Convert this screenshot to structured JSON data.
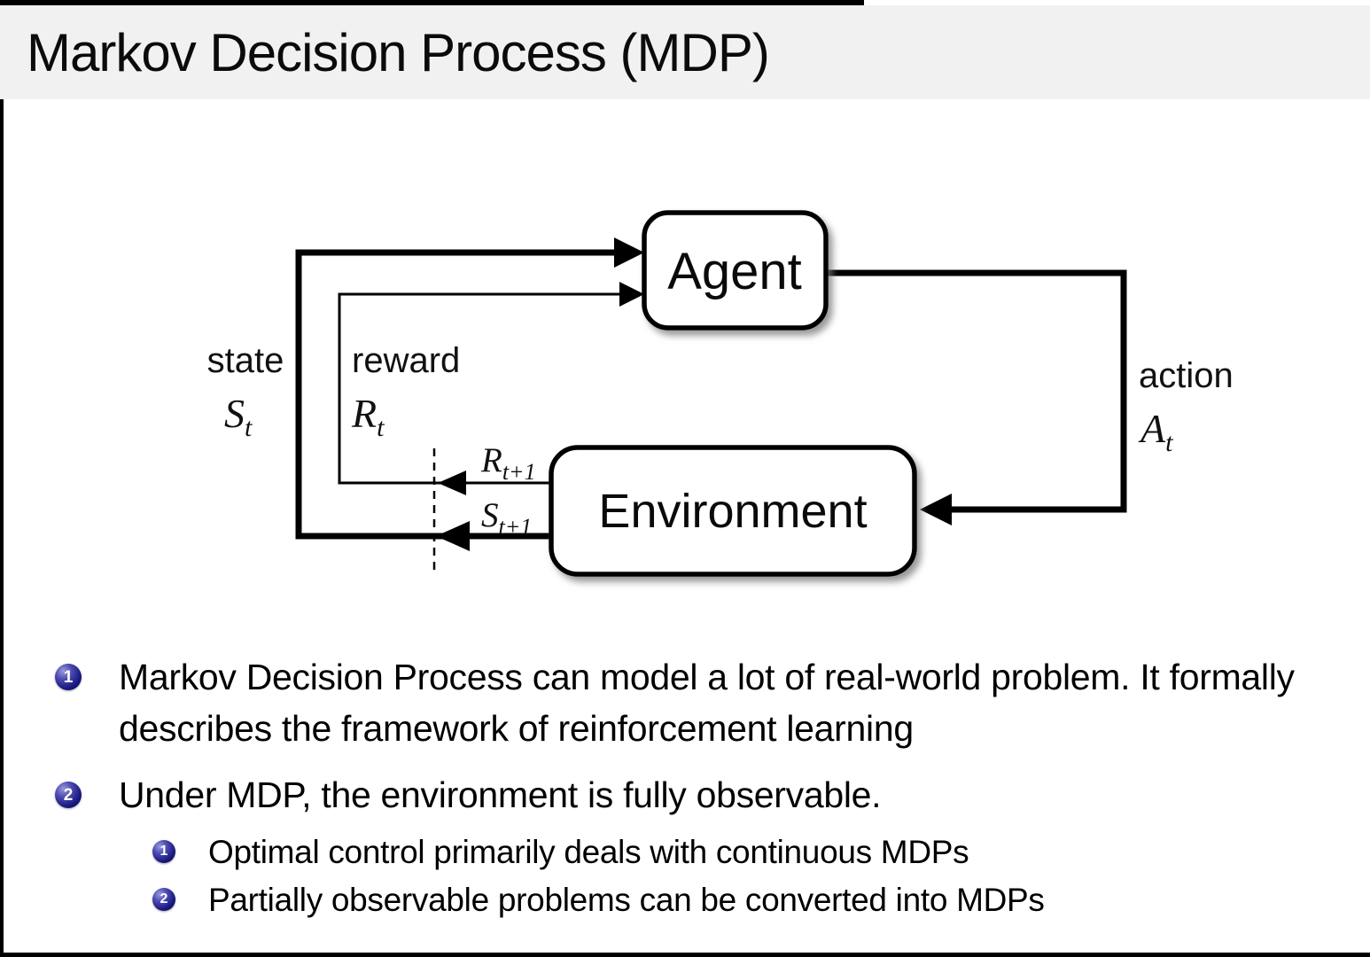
{
  "slide": {
    "title": "Markov Decision Process (MDP)"
  },
  "diagram": {
    "agent": "Agent",
    "environment": "Environment",
    "state": {
      "label": "state",
      "symbol": "S",
      "sub": "t"
    },
    "reward": {
      "label": "reward",
      "symbol": "R",
      "sub": "t"
    },
    "action": {
      "label": "action",
      "symbol": "A",
      "sub": "t"
    },
    "next_reward": {
      "symbol": "R",
      "sub": "t+1"
    },
    "next_state": {
      "symbol": "S",
      "sub": "t+1"
    }
  },
  "bullets": [
    {
      "number": "1",
      "text": "Markov Decision Process can model a lot of real-world problem. It formally describes the framework of reinforcement learning"
    },
    {
      "number": "2",
      "text": "Under MDP, the environment is fully observable.",
      "children": [
        {
          "number": "1",
          "text": "Optimal control primarily deals with continuous MDPs"
        },
        {
          "number": "2",
          "text": "Partially observable problems can be converted into MDPs"
        }
      ]
    }
  ],
  "colors": {
    "header_bg": "#f1f1f1",
    "bullet_ball": "#17177e",
    "line": "#000000",
    "box_fill": "#ffffff"
  }
}
